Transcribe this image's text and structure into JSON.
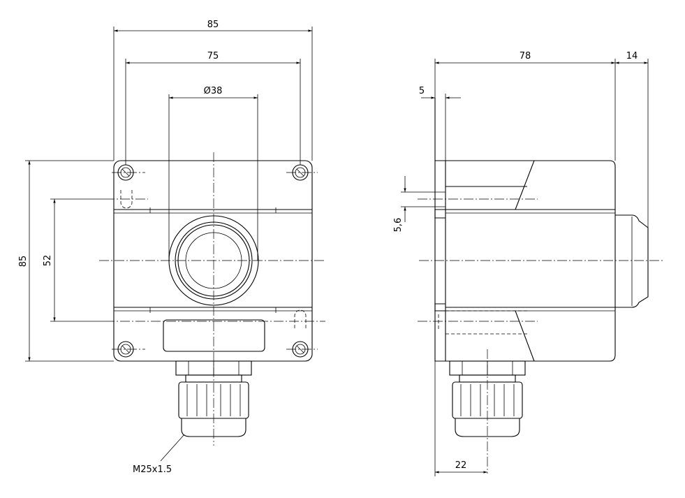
{
  "drawing": {
    "front_view": {
      "dim_overall_width": "85",
      "dim_hole_spacing": "75",
      "dim_bore_diameter": "Ø38",
      "dim_overall_height": "85",
      "dim_vertical_hole_spacing": "52",
      "gland_thread": "M25x1.5"
    },
    "side_view": {
      "dim_body_depth": "78",
      "dim_button_protrusion": "14",
      "dim_lid_offset": "5",
      "dim_slot_height": "5,6",
      "dim_gland_position": "22"
    }
  }
}
